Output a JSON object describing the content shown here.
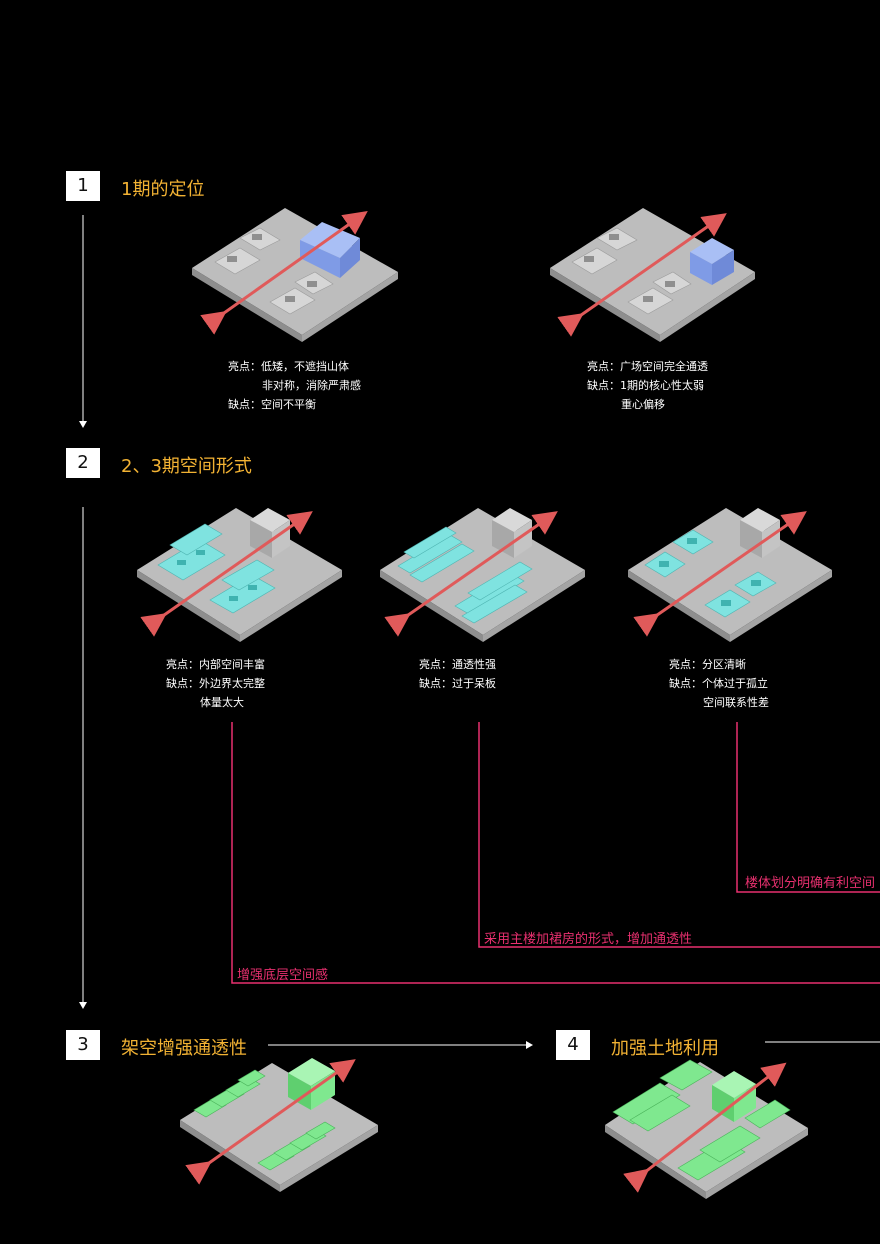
{
  "steps": [
    {
      "number": "1",
      "title": "1期的定位"
    },
    {
      "number": "2",
      "title": "2、3期空间形式"
    },
    {
      "number": "3",
      "title": "架空增强通透性"
    },
    {
      "number": "4",
      "title": "加强土地利用"
    }
  ],
  "phase1": [
    {
      "lines": [
        "亮点：低矮，不遮挡山体",
        "非对称，消除严肃感",
        "缺点：空间不平衡"
      ]
    },
    {
      "lines": [
        "亮点：广场空间完全通透",
        "缺点：1期的核心性太弱",
        "重心偏移"
      ]
    }
  ],
  "phase2": [
    {
      "lines": [
        "亮点：内部空间丰富",
        "缺点：外边界太完整",
        "体量太大"
      ]
    },
    {
      "lines": [
        "亮点：通透性强",
        "缺点：过于呆板"
      ]
    },
    {
      "lines": [
        "亮点：分区清晰",
        "缺点：个体过于孤立",
        "空间联系性差"
      ]
    }
  ],
  "conclusions": {
    "right": "楼体划分明确有利空间",
    "middle": "采用主楼加裙房的形式，增加通透性",
    "left": "增强底层空间感"
  },
  "colors": {
    "title": "#f2b233",
    "pink": "#e8306f",
    "axis": "#e05a5a",
    "ground": "#bdbdbd",
    "blue": "#8aa8f0",
    "cyan": "#7fe3e0",
    "green": "#7fe88f",
    "core": "#cfcfcf"
  }
}
